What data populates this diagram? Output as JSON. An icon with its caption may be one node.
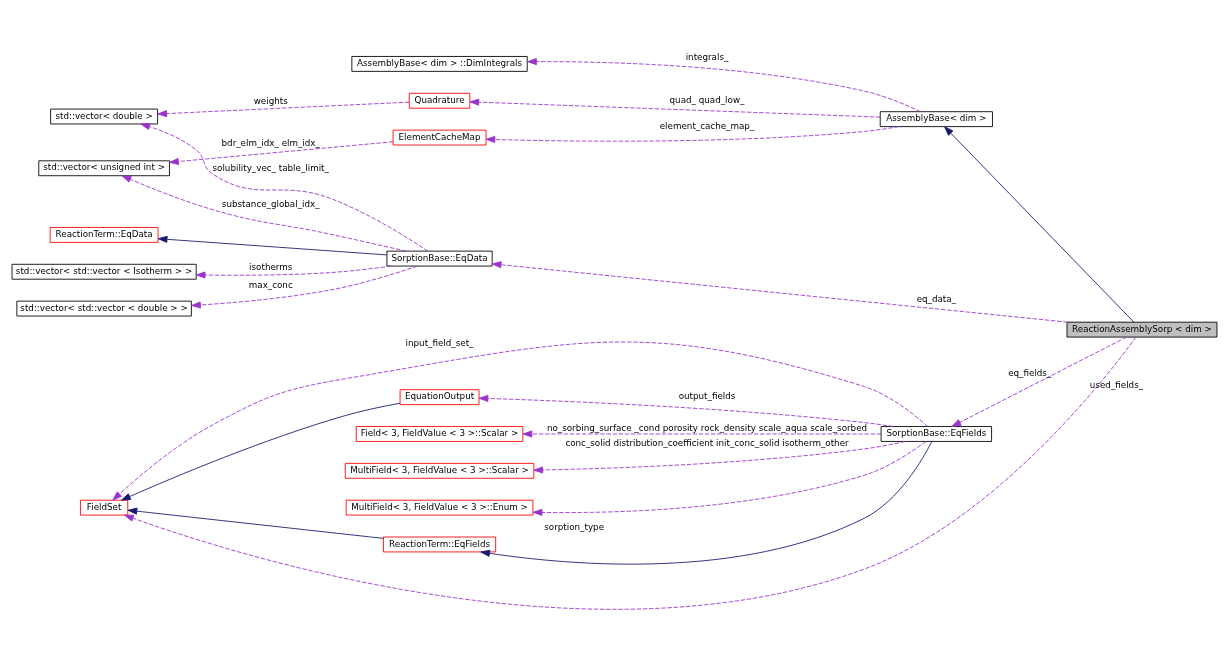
{
  "diagram": {
    "nodes": [
      {
        "text": [
          "ReactionAssemblySorp < dim >"
        ]
      },
      {
        "text": [
          "AssemblyBase< dim >"
        ]
      },
      {
        "text": [
          "SorptionBase::EqData"
        ]
      },
      {
        "text": [
          "SorptionBase::EqFields"
        ]
      },
      {
        "text": [
          "AssemblyBase< dim > ::DimIntegrals"
        ]
      },
      {
        "text": [
          "Quadrature"
        ]
      },
      {
        "text": [
          "ElementCacheMap"
        ]
      },
      {
        "text": [
          "std::vector< double >"
        ]
      },
      {
        "text": [
          "std::vector< unsigned int >"
        ]
      },
      {
        "text": [
          "ReactionTerm::EqData"
        ]
      },
      {
        "text": [
          "std::vector< std::vector < Isotherm > >"
        ]
      },
      {
        "text": [
          "std::vector< std::vector < double > >"
        ]
      },
      {
        "text": [
          "Field< 3, FieldValue < 3 >::Scalar >"
        ]
      },
      {
        "text": [
          "MultiField< 3, FieldValue < 3 >::Scalar >"
        ]
      },
      {
        "text": [
          "EquationOutput"
        ]
      },
      {
        "text": [
          "ReactionTerm::EqFields"
        ]
      },
      {
        "text": [
          "FieldSet"
        ]
      },
      {
        "text": [
          "MultiField< 3, FieldValue < 3 >::Enum >"
        ]
      }
    ],
    "edges": [
      {
        "from": 0,
        "to": 1,
        "arrow": "to",
        "color": "#191970"
      },
      {
        "from": 0,
        "to": 2,
        "arrow": "to",
        "label": "eq_data_",
        "style": "dashed"
      },
      {
        "from": 0,
        "to": 3,
        "arrow": "to",
        "label": "eq_fields_",
        "style": "dashed"
      },
      {
        "from": 0,
        "to": 16,
        "arrow": "to",
        "label": "used_fields_",
        "style": "dashed"
      },
      {
        "from": 1,
        "to": 4,
        "arrow": "to",
        "label": "integrals_",
        "style": "dashed"
      },
      {
        "from": 1,
        "to": 5,
        "arrow": "to",
        "label": "quad_ quad_low_",
        "style": "dashed"
      },
      {
        "from": 1,
        "to": 6,
        "arrow": "to",
        "label": "element_cache_map_",
        "style": "dashed"
      },
      {
        "from": 5,
        "to": 7,
        "arrow": "to",
        "label": "weights",
        "style": "dashed"
      },
      {
        "from": 2,
        "to": 7,
        "arrow": "to",
        "label": "solubility_vec_ table_limit_",
        "style": "dashed"
      },
      {
        "from": 6,
        "to": 8,
        "arrow": "to",
        "label": "bdr_elm_idx_ elm_idx_",
        "style": "dashed"
      },
      {
        "from": 2,
        "to": 8,
        "arrow": "to",
        "label": "substance_global_idx_",
        "style": "dashed"
      },
      {
        "from": 2,
        "to": 9,
        "arrow": "to",
        "color": "#191970"
      },
      {
        "from": 2,
        "to": 10,
        "arrow": "to",
        "label": "isotherms",
        "style": "dashed"
      },
      {
        "from": 2,
        "to": 11,
        "arrow": "to",
        "label": "max_conc",
        "style": "dashed"
      },
      {
        "from": 3,
        "to": 12,
        "arrow": "to",
        "label": "no_sorbing_surface _cond porosity rock_density scale_aqua scale_sorbed",
        "style": "dashed"
      },
      {
        "from": 3,
        "to": 13,
        "arrow": "to",
        "label": "conc_solid distribution_coefficient init_conc_solid isotherm_other",
        "style": "dashed"
      },
      {
        "from": 3,
        "to": 14,
        "arrow": "to",
        "label": "output_fields",
        "style": "dashed"
      },
      {
        "from": 3,
        "to": 15,
        "arrow": "to",
        "color": "#191970"
      },
      {
        "from": 3,
        "to": 16,
        "arrow": "to",
        "label": "input_field_set_",
        "style": "dashed"
      },
      {
        "from": 3,
        "to": 17,
        "arrow": "to",
        "label": "sorption_type",
        "style": "dashed"
      },
      {
        "from": 14,
        "to": 16,
        "arrow": "to",
        "color": "#191970"
      },
      {
        "from": 15,
        "to": 16,
        "arrow": "to",
        "color": "#191970"
      }
    ]
  }
}
